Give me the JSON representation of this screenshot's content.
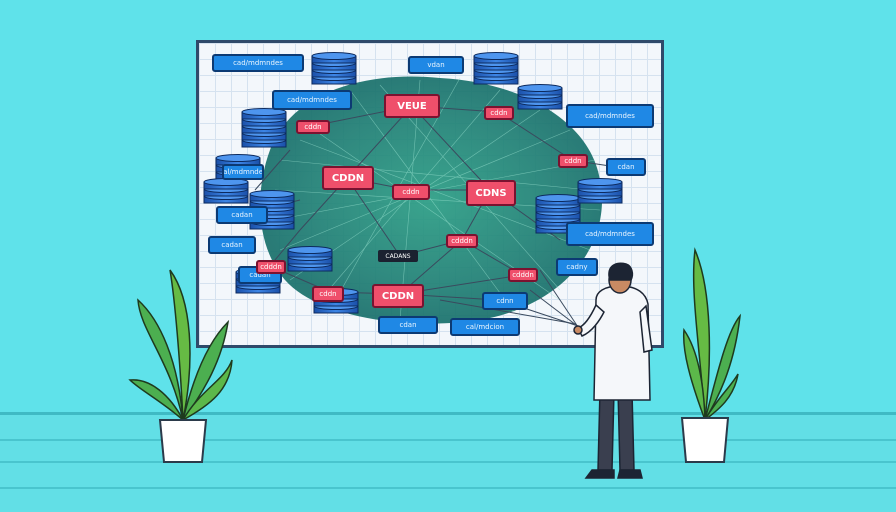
{
  "labels": {
    "blue": [
      "cad/mdmndes",
      "vdan",
      "cad/mdmndes",
      "cad/mdmndes",
      "cdan",
      "cadan",
      "cadan",
      "cadan",
      "cad/mdmndes",
      "cadny",
      "cdnn",
      "cdan",
      "cal/mdcion",
      "cal/mdmndes"
    ],
    "red": [
      "VEUE",
      "CDDN",
      "CDNS",
      "CDDN",
      "cddn",
      "cddn",
      "cddn",
      "cddn",
      "cdddn",
      "cdddn",
      "cddn",
      "cdddn"
    ],
    "dark": [
      "CADANS"
    ]
  },
  "colors": {
    "wall": "#5fe2ea",
    "board_frame": "#2f4a6a",
    "blue_label": "#1f88e5",
    "red_label": "#ef4f6b",
    "network": "#1f8c7a",
    "database": "#1f5fbf"
  },
  "icons": [
    "database-icon",
    "plant-icon",
    "person-icon"
  ]
}
